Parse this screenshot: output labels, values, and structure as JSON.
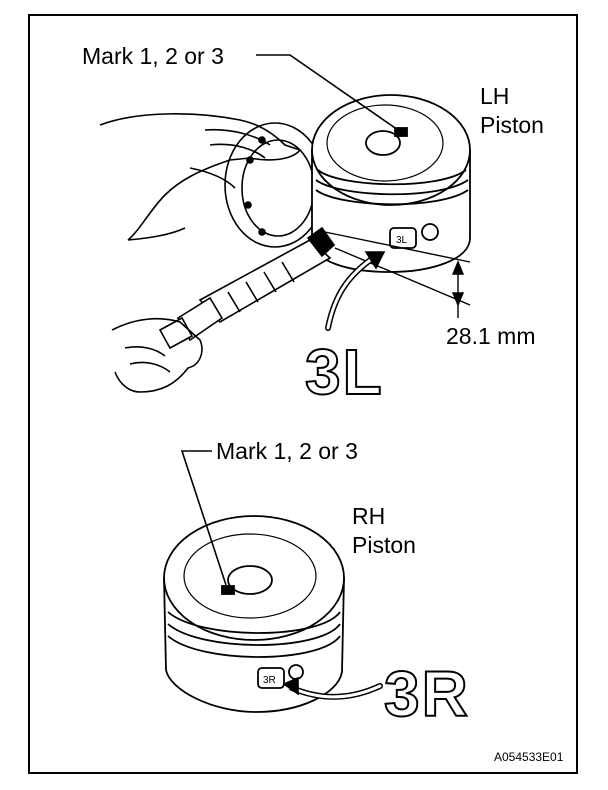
{
  "labels": {
    "top_mark": "Mark 1, 2 or 3",
    "lh_line1": "LH",
    "lh_line2": "Piston",
    "dimension": "28.1 mm",
    "code_3l": "3L",
    "bottom_mark": "Mark 1, 2 or 3",
    "rh_line1": "RH",
    "rh_line2": "Piston",
    "code_3r": "3R",
    "figure_id": "A054533E01"
  }
}
